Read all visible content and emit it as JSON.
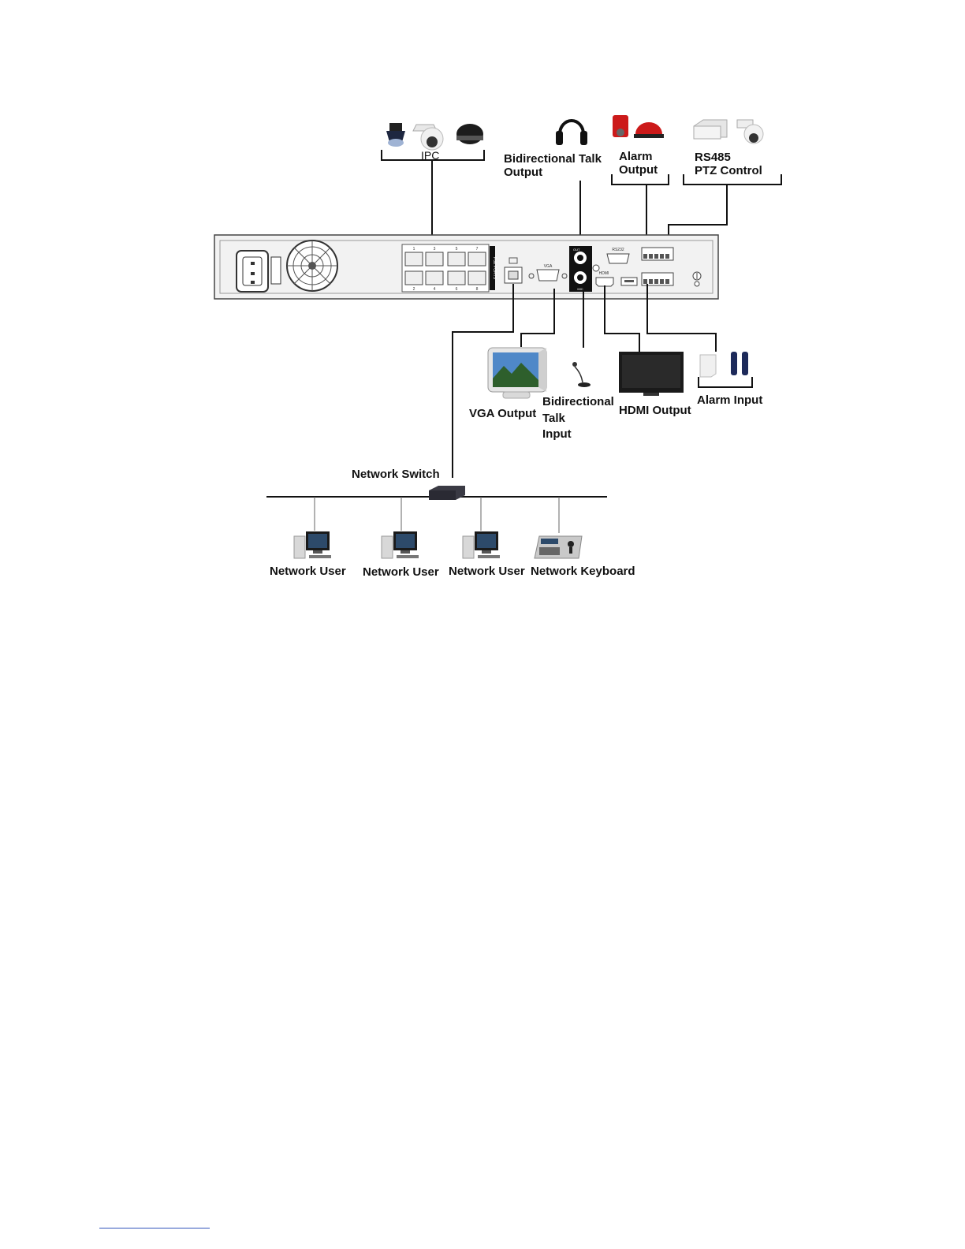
{
  "labels": {
    "ipc": "IPC",
    "talk_output": [
      "Bidirectional Talk",
      "Output"
    ],
    "alarm_output": [
      "Alarm",
      "Output"
    ],
    "rs485": [
      "RS485",
      "PTZ Control"
    ],
    "vga_output": "VGA Output",
    "talk_input": [
      "Bidirectional",
      "Talk",
      "Input"
    ],
    "hdmi_output": "HDMI Output",
    "alarm_input": "Alarm Input",
    "network_switch": "Network Switch",
    "network_user_1": "Network User",
    "network_user_2": "Network User",
    "network_user_3": "Network User",
    "network_keyboard": "Network Keyboard"
  },
  "device_labels": {
    "vga_port": "VGA",
    "rs232_port": "RS232",
    "hdmi_port": "HDMI",
    "poe_ports": "PoE PORTS",
    "audio_out": "OUT",
    "audio_in": "MIC",
    "poe_port_numbers_top": [
      "1",
      "3",
      "5",
      "7"
    ],
    "poe_port_numbers_bottom": [
      "2",
      "4",
      "6",
      "8"
    ]
  },
  "colors": {
    "line": "#111111",
    "device_body": "#f2f2f2",
    "alarm_red": "#cc1a1a",
    "monitor_dark": "#1a1a1a"
  }
}
